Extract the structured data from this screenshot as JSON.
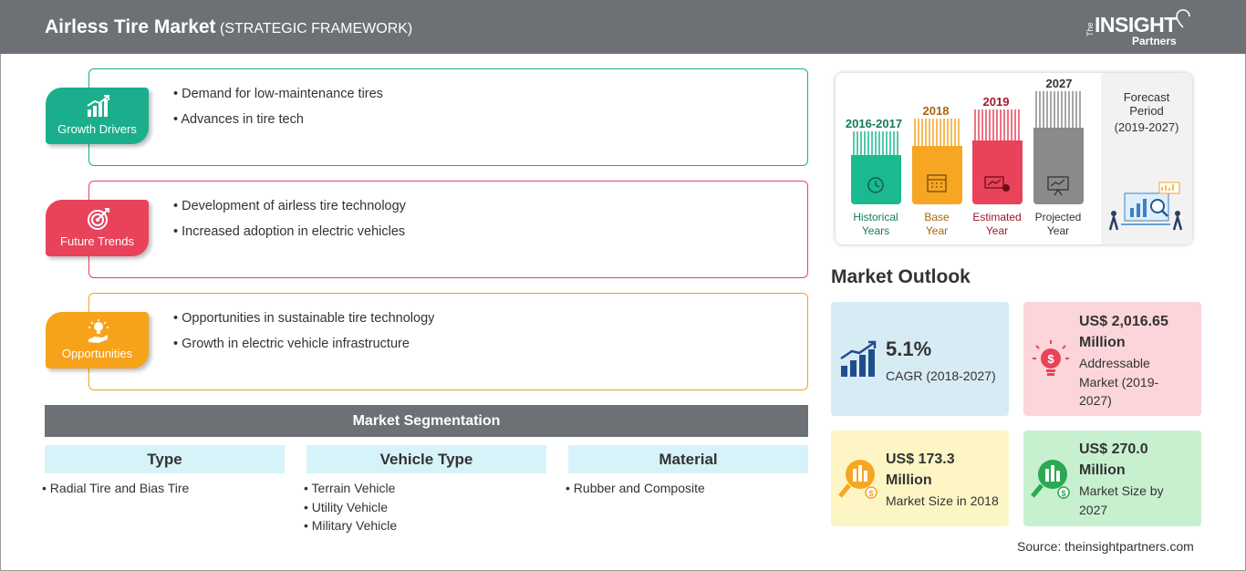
{
  "header": {
    "title": "Airless Tire Market",
    "subtitle": "(STRATEGIC FRAMEWORK)",
    "logo": {
      "the": "The",
      "insight": "INSIGHT",
      "partners": "Partners"
    }
  },
  "framework": {
    "growth_drivers": {
      "label": "Growth Drivers",
      "color": "#1aae8c",
      "items": [
        "Demand for low-maintenance tires",
        "Advances in tire tech"
      ]
    },
    "future_trends": {
      "label": "Future Trends",
      "color": "#e8435a",
      "items": [
        "Development of airless tire technology",
        "Increased adoption in electric vehicles"
      ]
    },
    "opportunities": {
      "label": "Opportunities",
      "color": "#f7a21b",
      "items": [
        "Opportunities in sustainable tire technology",
        "Growth in electric vehicle infrastructure"
      ]
    }
  },
  "segmentation": {
    "title": "Market Segmentation",
    "columns": [
      {
        "header": "Type",
        "items": [
          "Radial Tire and Bias Tire"
        ]
      },
      {
        "header": "Vehicle Type",
        "items": [
          "Terrain Vehicle",
          "Utility Vehicle",
          "Military Vehicle"
        ]
      },
      {
        "header": "Material",
        "items": [
          "Rubber and Composite"
        ]
      }
    ]
  },
  "timeline": {
    "bars": [
      {
        "year": "2016-2017",
        "label_line1": "Historical",
        "label_line2": "Years",
        "color": "#1ab98f",
        "text_color": "#127a5f",
        "icon": "clock-icon"
      },
      {
        "year": "2018",
        "label_line1": "Base",
        "label_line2": "Year",
        "color": "#f6a623",
        "text_color": "#a8650c",
        "icon": "calendar-icon"
      },
      {
        "year": "2019",
        "label_line1": "Estimated",
        "label_line2": "Year",
        "color": "#e8435a",
        "text_color": "#a5162b",
        "icon": "settings-chart-icon"
      },
      {
        "year": "2027",
        "label_line1": "Projected",
        "label_line2": "Year",
        "color": "#8a8a8a",
        "text_color": "#333333",
        "icon": "presentation-icon"
      }
    ],
    "forecast": {
      "line1": "Forecast",
      "line2": "Period",
      "line3": "(2019-2027)"
    }
  },
  "outlook": {
    "title": "Market Outlook",
    "cagr": {
      "value": "5.1%",
      "label": "CAGR (2018-2027)",
      "color": "#d7ebf5"
    },
    "addressable": {
      "value_line1": "US$ 2,016.65",
      "value_line2": "Million",
      "desc_line1": "Addressable",
      "desc_line2": "Market (2019-",
      "desc_line3": "2027)",
      "color": "#fbd5da"
    },
    "size_2018": {
      "value_line1": "US$ 173.3",
      "value_line2": "Million",
      "desc": "Market Size in 2018",
      "color": "#fdf6c4"
    },
    "size_2027": {
      "value_line1": "US$ 270.0",
      "value_line2": "Million",
      "desc_line1": "Market Size by",
      "desc_line2": "2027",
      "color": "#c7f0cf"
    }
  },
  "source": "Source: theinsightpartners.com"
}
